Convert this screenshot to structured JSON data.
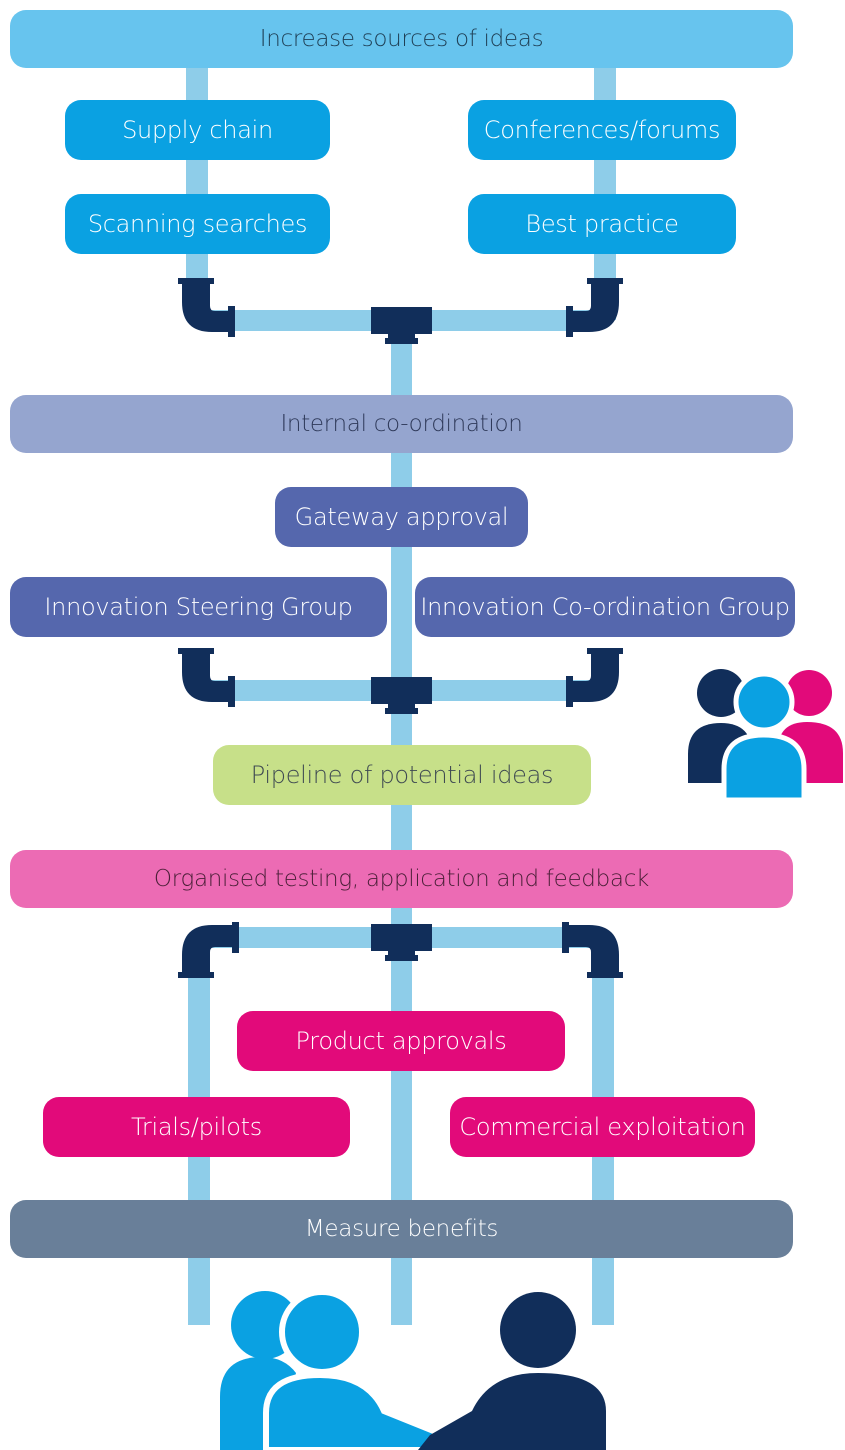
{
  "diagram": {
    "sources": {
      "title": "Increase sources of ideas",
      "left": [
        "Supply chain",
        "Scanning searches"
      ],
      "right": [
        "Conferences/forums",
        "Best practice"
      ]
    },
    "internal_coordination": "Internal co-ordination",
    "gateway_approval": "Gateway approval",
    "groups": {
      "left": "Innovation Steering Group",
      "right": "Innovation Co-ordination Group"
    },
    "pipeline": "Pipeline of potential ideas",
    "testing": "Organised testing, application and feedback",
    "outcomes": {
      "center": "Product approvals",
      "left": "Trials/pilots",
      "right": "Commercial exploitation"
    },
    "measure": "Measure benefits"
  },
  "colors": {
    "top_bar": "#67c4ee",
    "source_boxes": "#0aa1e2",
    "pipe_light": "#8ecde9",
    "pipe_fittings": "#112e5a",
    "coordination_bar": "#95a5cf",
    "group_boxes": "#5567ad",
    "pipeline_box": "#c7e089",
    "testing_bar": "#ec6bb4",
    "outcome_boxes": "#e20a7a",
    "measure_bar": "#697f99"
  },
  "icons": [
    "group-people-icon",
    "handshake-icon"
  ]
}
